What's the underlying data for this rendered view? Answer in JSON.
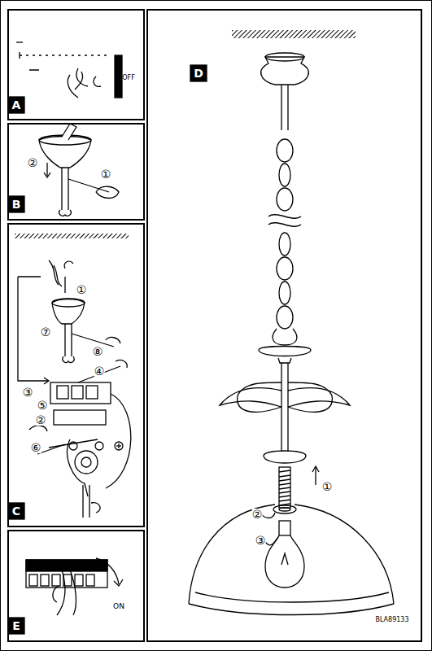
{
  "diagram": {
    "labels": [
      "OFF",
      "A",
      "②",
      "①",
      "B",
      "①",
      "⑦",
      "⑧",
      "④",
      "③",
      "⑤",
      "②",
      "⑥",
      "C",
      "ON",
      "E",
      "D",
      "①",
      "②",
      "③",
      "BLA89133"
    ]
  }
}
